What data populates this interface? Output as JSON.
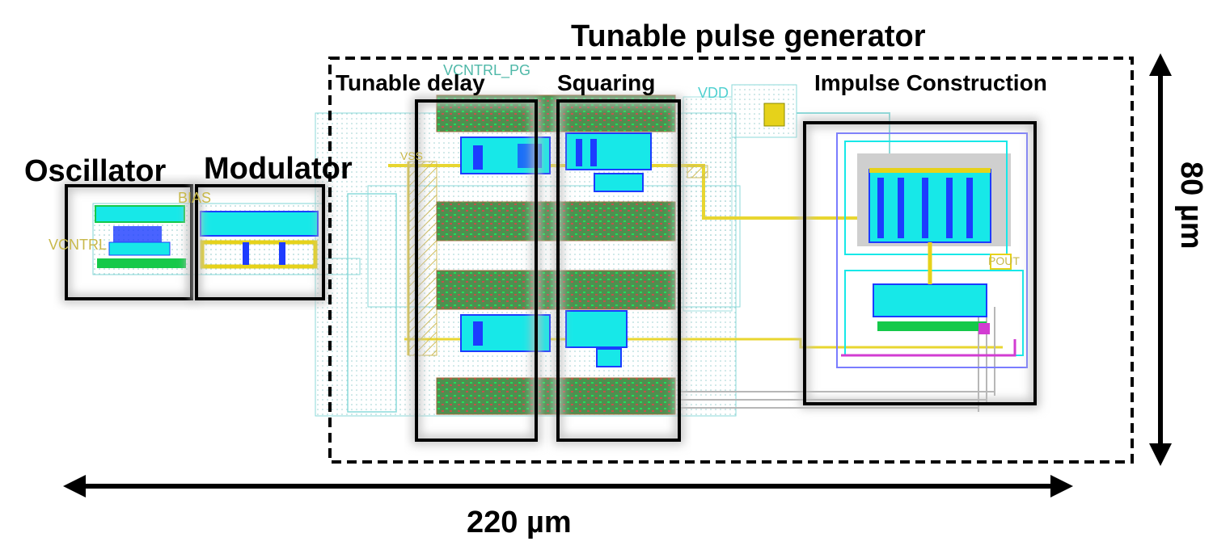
{
  "title": "Tunable pulse generator",
  "blocks": {
    "oscillator": "Oscillator",
    "modulator": "Modulator",
    "tunable_delay": "Tunable delay",
    "squaring": "Squaring",
    "impulse_construction": "Impulse Construction"
  },
  "dimensions": {
    "width": "220 µm",
    "height": "80 µm"
  },
  "pins": {
    "vcntrl_pg": "VCNTRL_PG",
    "vdd": "VDD",
    "bias": "BIAS",
    "vcntrl": "VCNTRL",
    "vss": "VSS",
    "out": "POUT"
  },
  "colors": {
    "metal_cyan": "#17e8e8",
    "metal_blue": "#1c3cff",
    "metal_green": "#15c94a",
    "metal_yellow": "#e6d21a",
    "metal_magenta": "#d23cd2",
    "outline": "#000000"
  }
}
